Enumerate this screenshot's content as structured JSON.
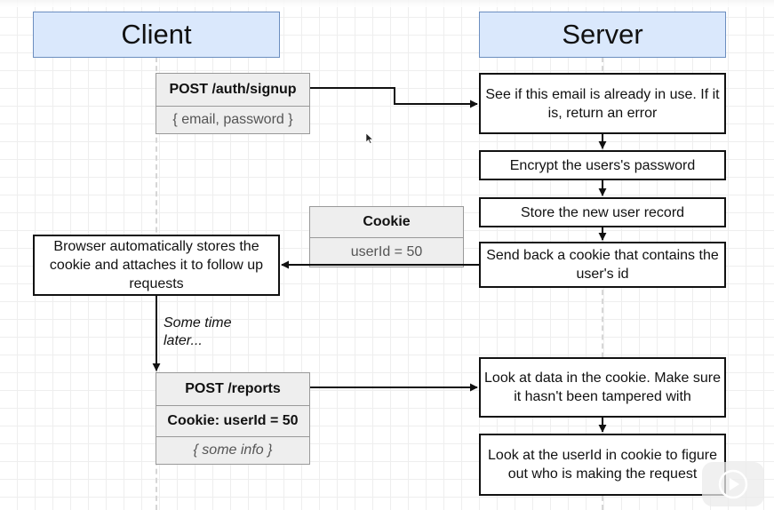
{
  "headers": {
    "client": "Client",
    "server": "Server"
  },
  "signup_card": {
    "title": "POST /auth/signup",
    "body": "{ email, password }"
  },
  "cookie_card": {
    "title": "Cookie",
    "body": "userId = 50"
  },
  "reports_card": {
    "title": "POST /reports",
    "cookie": "Cookie: userId = 50",
    "body": "{ some info }"
  },
  "server_steps": [
    "See if this email is already in use. If it is, return an error",
    "Encrypt the users's password",
    "Store the new user record",
    "Send back a cookie that contains the user's id",
    "Look at data in the cookie. Make sure it hasn't been tampered with",
    "Look at the userId in cookie to figure out who is making the request"
  ],
  "browser_box": "Browser automatically stores the cookie and attaches it to follow up requests",
  "time_note": {
    "line1": "Some time",
    "line2": "later..."
  },
  "colors": {
    "header_fill": "#dae8fc",
    "header_border": "#6c8ebf",
    "card_fill": "#eeeeee",
    "card_border": "#999999"
  },
  "icons": [
    "mouse-cursor-icon",
    "play-icon"
  ]
}
